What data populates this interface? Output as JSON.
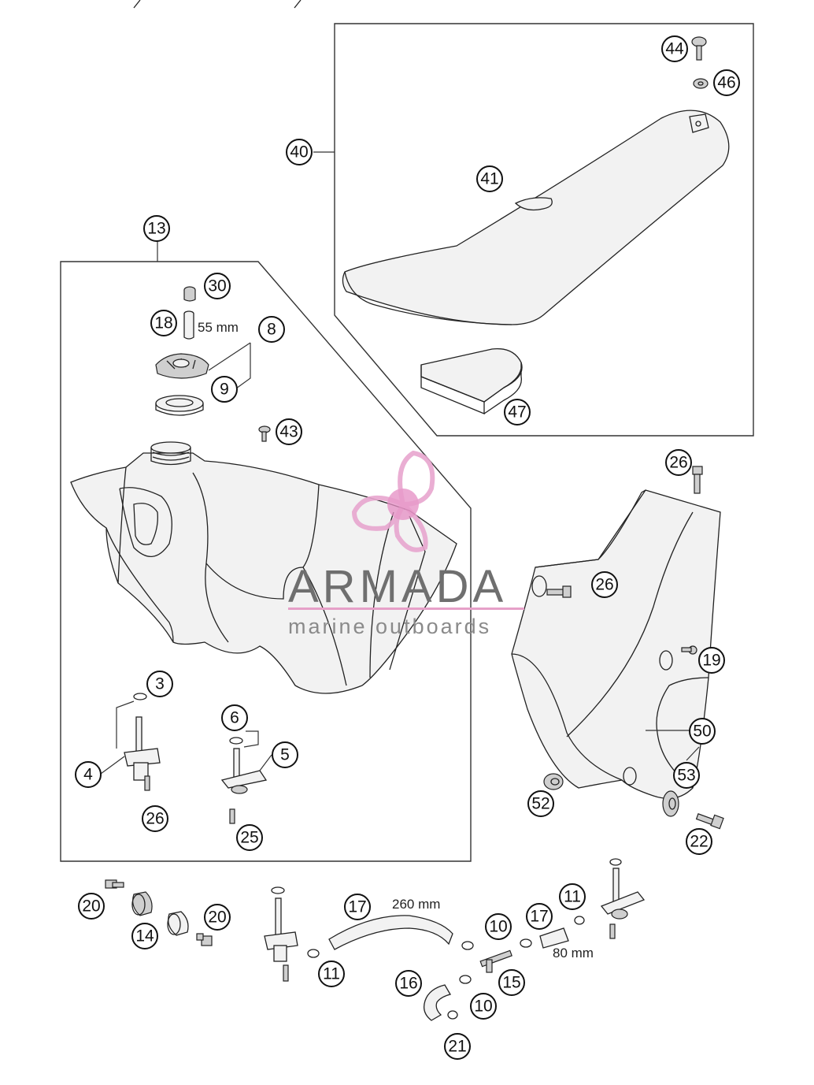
{
  "callouts": [
    {
      "label": "44"
    },
    {
      "label": "46"
    },
    {
      "label": "40"
    },
    {
      "label": "41"
    },
    {
      "label": "47"
    },
    {
      "label": "13"
    },
    {
      "label": "30"
    },
    {
      "label": "18"
    },
    {
      "label": "8"
    },
    {
      "label": "9"
    },
    {
      "label": "43"
    },
    {
      "label": "26"
    },
    {
      "label": "26"
    },
    {
      "label": "19"
    },
    {
      "label": "50"
    },
    {
      "label": "53"
    },
    {
      "label": "52"
    },
    {
      "label": "22"
    },
    {
      "label": "3"
    },
    {
      "label": "4"
    },
    {
      "label": "26"
    },
    {
      "label": "6"
    },
    {
      "label": "5"
    },
    {
      "label": "25"
    },
    {
      "label": "20"
    },
    {
      "label": "14"
    },
    {
      "label": "20"
    },
    {
      "label": "11"
    },
    {
      "label": "17"
    },
    {
      "label": "10"
    },
    {
      "label": "17"
    },
    {
      "label": "11"
    },
    {
      "label": "16"
    },
    {
      "label": "10"
    },
    {
      "label": "15"
    },
    {
      "label": "21"
    }
  ],
  "dimensions": {
    "vent_hose_length": "55 mm",
    "fuel_hose_long": "260 mm",
    "fuel_hose_short": "80 mm"
  },
  "watermark": {
    "brand": "ARMADA",
    "tagline": "marine outboards",
    "logo_icon": "propeller-logo-icon",
    "colors": {
      "logo": "#e8a6cf",
      "logo_hub": "#e58fc4",
      "text": "#6f6f6f",
      "rule": "#e6a0c8"
    }
  }
}
